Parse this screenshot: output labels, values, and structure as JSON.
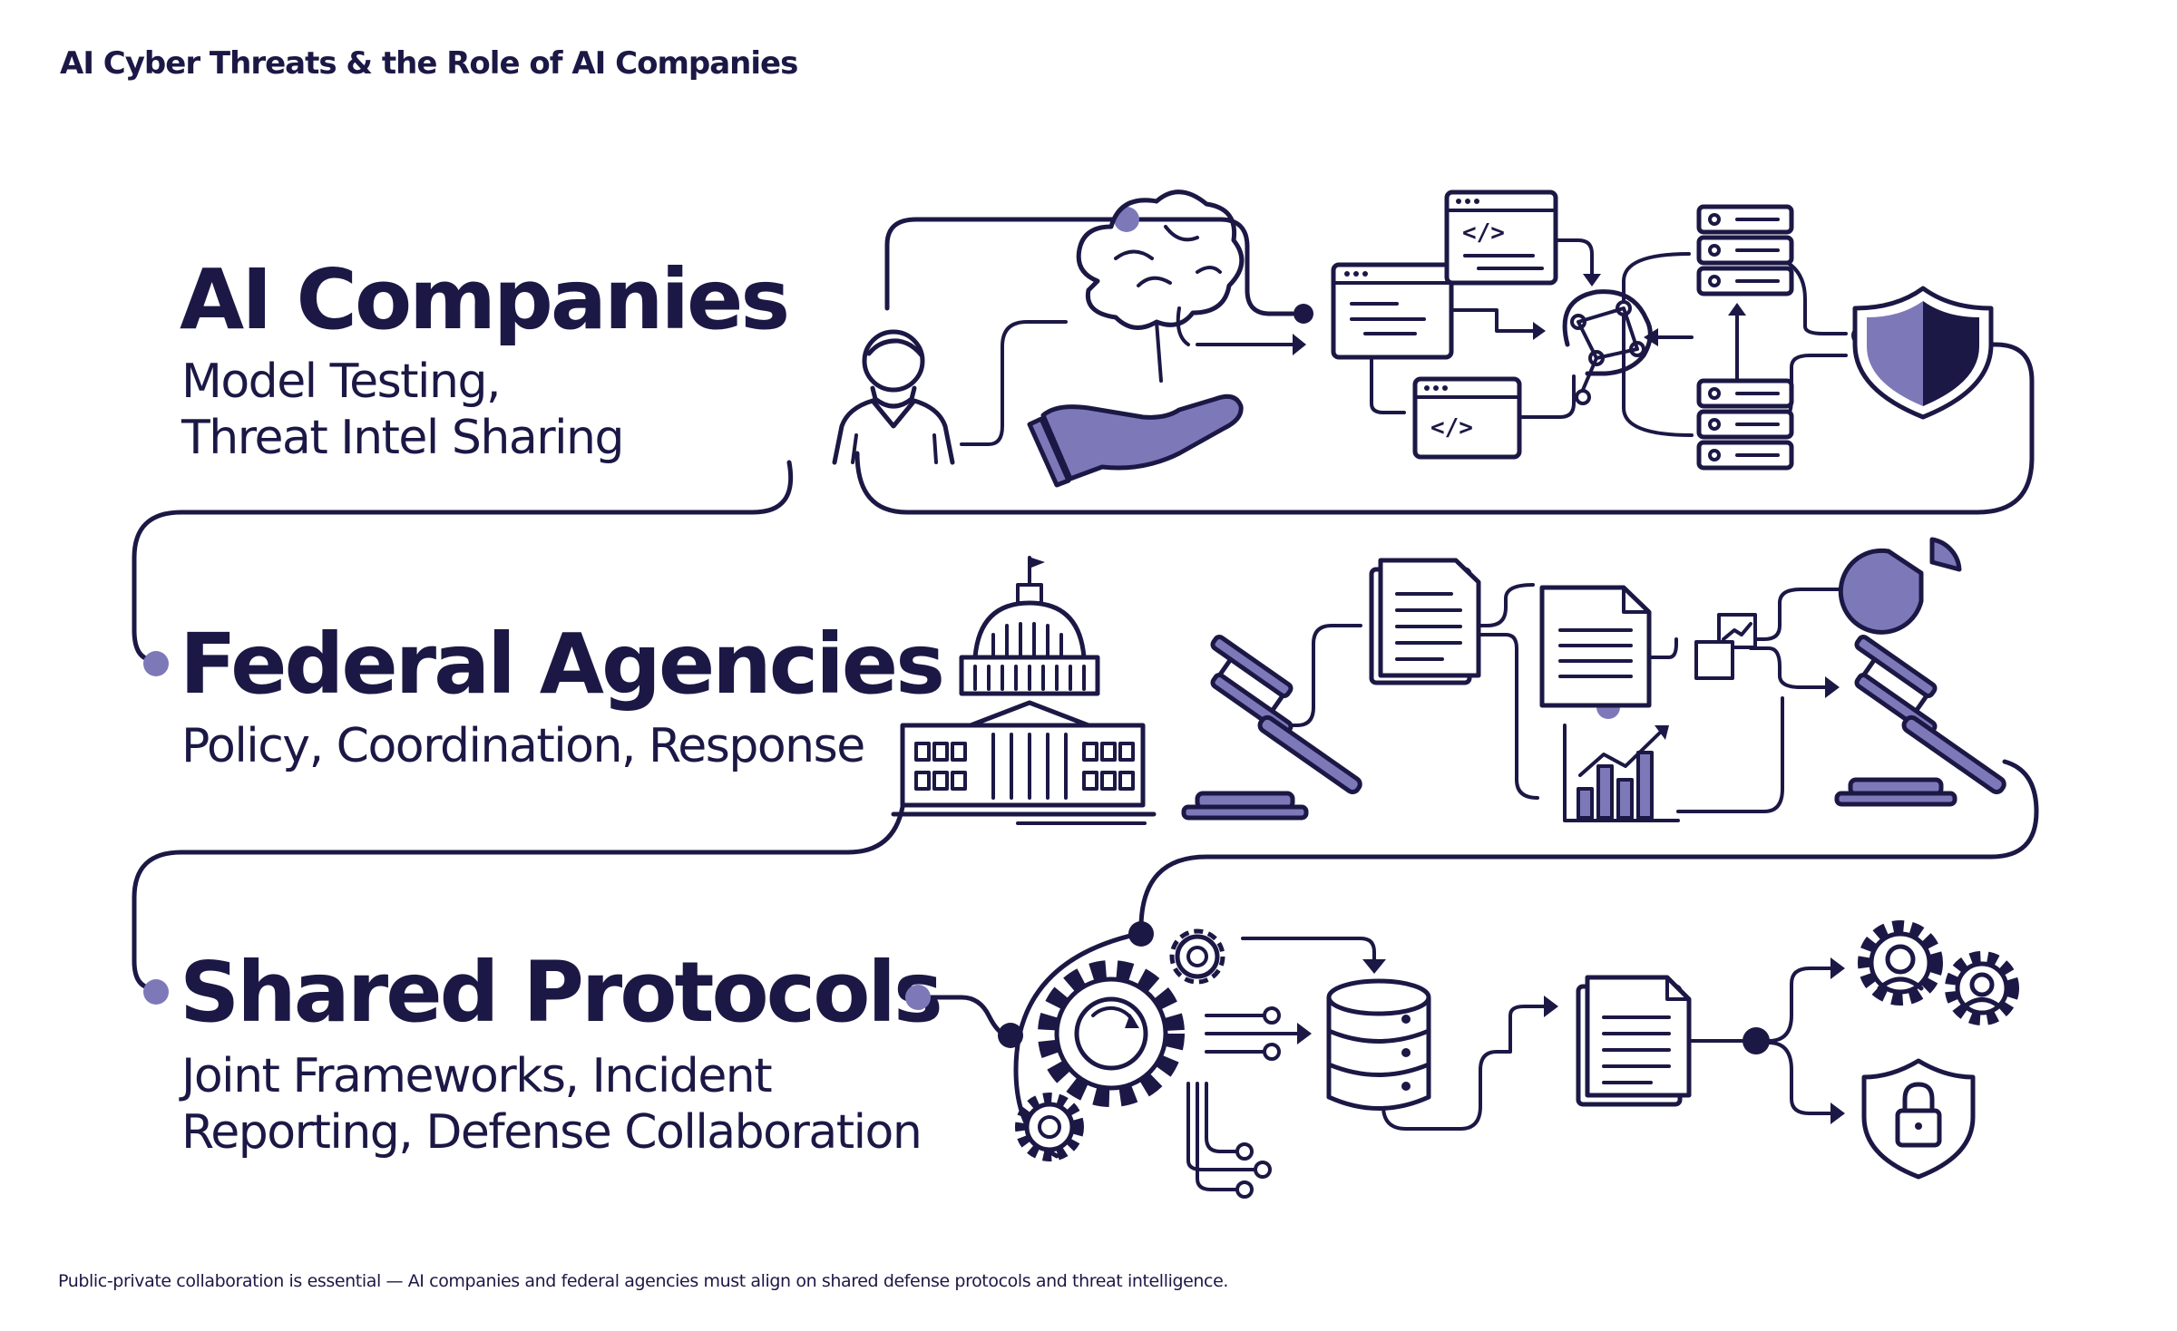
{
  "page": {
    "title": "AI Cyber Threats & the Role of AI Companies",
    "footer": "Public-private collaboration is essential — AI companies and federal agencies must align on shared defense protocols and threat intelligence."
  },
  "sections": [
    {
      "title": "AI Companies",
      "subtitle_lines": [
        "Model Testing,",
        "Threat Intel Sharing"
      ],
      "icons": [
        "person-icon",
        "brain-hand-icon",
        "code-window-icon",
        "neural-network-icon",
        "server-rack-icon",
        "shield-icon"
      ]
    },
    {
      "title": "Federal Agencies",
      "subtitle_lines": [
        "Policy, Coordination, Response"
      ],
      "icons": [
        "capitol-building-icon",
        "gavel-icon",
        "document-icon",
        "bar-chart-icon",
        "pie-chart-icon"
      ]
    },
    {
      "title": "Shared Protocols",
      "subtitle_lines": [
        "Joint Frameworks, Incident",
        "Reporting, Defense Collaboration"
      ],
      "icons": [
        "gear-icon",
        "database-icon",
        "document-icon",
        "gears-icon",
        "shield-lock-icon"
      ]
    }
  ],
  "colors": {
    "ink": "#1c1845",
    "accent": "#7d79b9",
    "background": "#ffffff"
  }
}
